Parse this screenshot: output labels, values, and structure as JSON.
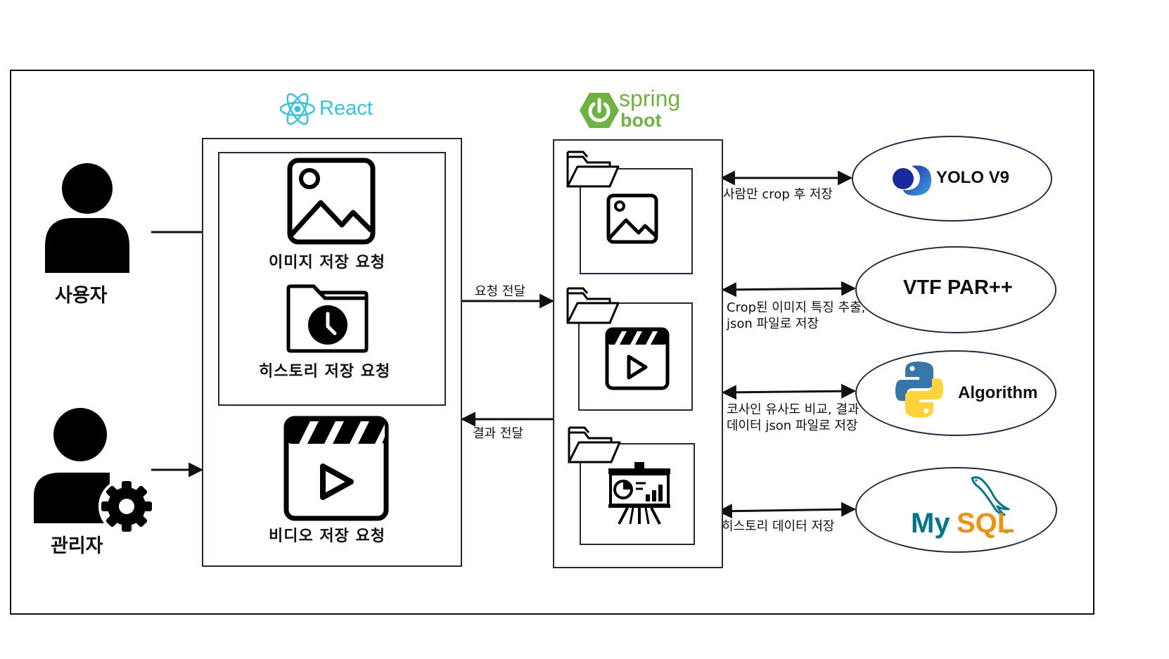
{
  "actors": {
    "user_label": "사용자",
    "admin_label": "관리자"
  },
  "frontend": {
    "logo_text": "React",
    "image_request": "이미지 저장 요청",
    "history_request": "히스토리 저장 요청",
    "video_request": "비디오 저장 요청"
  },
  "backend": {
    "logo_top": "spring",
    "logo_bottom": "boot"
  },
  "arrows": {
    "request_forward": "요청 전달",
    "result_forward": "결과 전달",
    "yolo_note": "사람만 crop 후 저장",
    "par_note_line1": "Crop된 이미지 특징 추출,",
    "par_note_line2": "json 파일로 저장",
    "algo_note_line1": "코사인 유사도 비교, 결과",
    "algo_note_line2": "데이터 json 파일로 저장",
    "mysql_note": "히스토리 데이터 저장"
  },
  "services": {
    "yolo": "YOLO V9",
    "par": "VTF PAR++",
    "algorithm": "Algorithm",
    "mysql_my": "My",
    "mysql_sql": "SQL",
    "mysql_tm": "™"
  },
  "colors": {
    "react": "#2fc4e8",
    "spring": "#6db33f",
    "mysql_blue": "#00758f",
    "mysql_orange": "#f29111",
    "python_blue": "#3776ab",
    "python_yellow": "#ffd43b",
    "line": "#1f2a44"
  },
  "icons": [
    "person-icon",
    "admin-gear-icon",
    "react-logo-icon",
    "spring-power-icon",
    "image-icon",
    "folder-clock-icon",
    "clapperboard-icon",
    "open-folder-icon",
    "presentation-chart-icon",
    "yolo-logo-icon",
    "python-logo-icon",
    "dolphin-icon"
  ]
}
